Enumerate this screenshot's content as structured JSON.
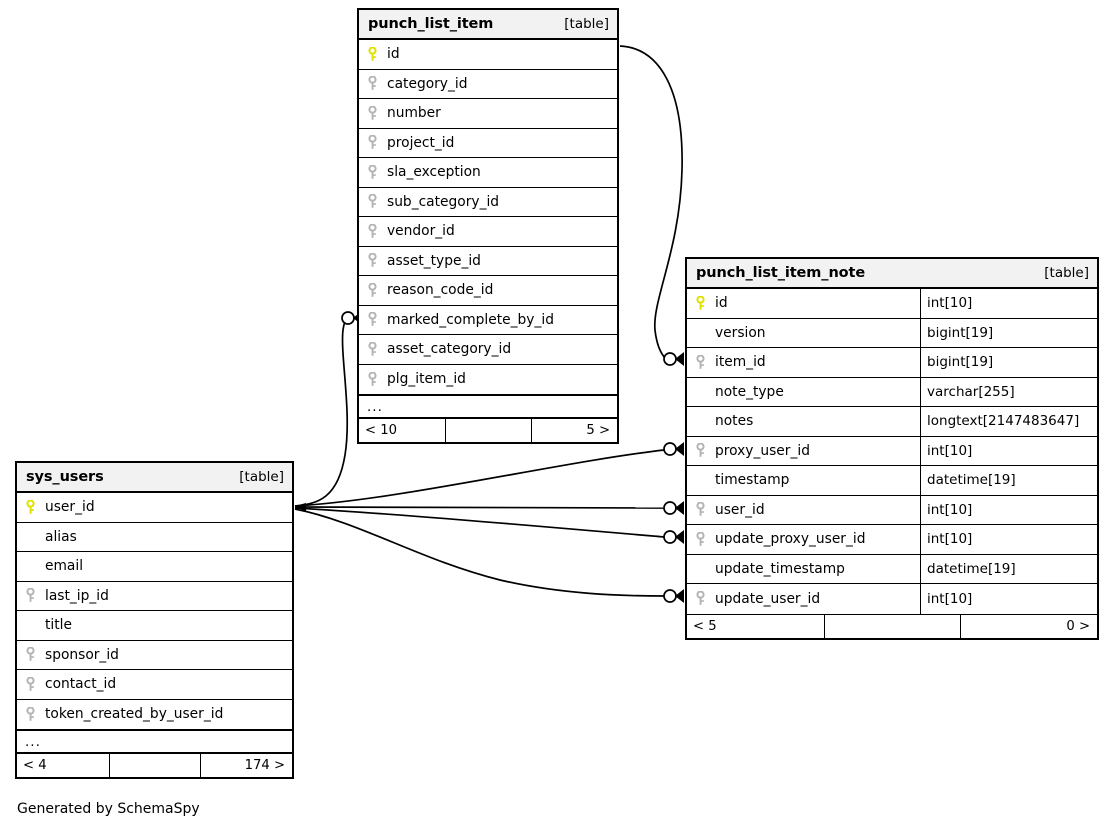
{
  "caption": "Generated by SchemaSpy",
  "colors": {
    "primary_key": "#e8e800",
    "foreign_key": "#b4b4b4",
    "header_bg": "#f2f2f2",
    "border": "#000000",
    "background": "#ffffff"
  },
  "table_tag": "[table]",
  "tables": [
    {
      "id": "punch_list_item",
      "name": "punch_list_item",
      "tag": "[table]",
      "show_types": false,
      "columns": [
        {
          "name": "id",
          "key": "primary",
          "type": ""
        },
        {
          "name": "category_id",
          "key": "foreign",
          "type": ""
        },
        {
          "name": "number",
          "key": "foreign",
          "type": ""
        },
        {
          "name": "project_id",
          "key": "foreign",
          "type": ""
        },
        {
          "name": "sla_exception",
          "key": "foreign",
          "type": ""
        },
        {
          "name": "sub_category_id",
          "key": "foreign",
          "type": ""
        },
        {
          "name": "vendor_id",
          "key": "foreign",
          "type": ""
        },
        {
          "name": "asset_type_id",
          "key": "foreign",
          "type": ""
        },
        {
          "name": "reason_code_id",
          "key": "foreign",
          "type": ""
        },
        {
          "name": "marked_complete_by_id",
          "key": "foreign",
          "type": ""
        },
        {
          "name": "asset_category_id",
          "key": "foreign",
          "type": ""
        },
        {
          "name": "plg_item_id",
          "key": "foreign",
          "type": ""
        }
      ],
      "ellipsis": "...",
      "footer": {
        "left": "< 10",
        "middle": "",
        "right": "5 >"
      }
    },
    {
      "id": "punch_list_item_note",
      "name": "punch_list_item_note",
      "tag": "[table]",
      "show_types": true,
      "columns": [
        {
          "name": "id",
          "key": "primary",
          "type": "int[10]"
        },
        {
          "name": "version",
          "key": "none",
          "type": "bigint[19]"
        },
        {
          "name": "item_id",
          "key": "foreign",
          "type": "bigint[19]"
        },
        {
          "name": "note_type",
          "key": "none",
          "type": "varchar[255]"
        },
        {
          "name": "notes",
          "key": "none",
          "type": "longtext[2147483647]"
        },
        {
          "name": "proxy_user_id",
          "key": "foreign",
          "type": "int[10]"
        },
        {
          "name": "timestamp",
          "key": "none",
          "type": "datetime[19]"
        },
        {
          "name": "user_id",
          "key": "foreign",
          "type": "int[10]"
        },
        {
          "name": "update_proxy_user_id",
          "key": "foreign",
          "type": "int[10]"
        },
        {
          "name": "update_timestamp",
          "key": "none",
          "type": "datetime[19]"
        },
        {
          "name": "update_user_id",
          "key": "foreign",
          "type": "int[10]"
        }
      ],
      "ellipsis": null,
      "footer": {
        "left": "< 5",
        "middle": "",
        "right": "0 >"
      }
    },
    {
      "id": "sys_users",
      "name": "sys_users",
      "tag": "[table]",
      "show_types": false,
      "columns": [
        {
          "name": "user_id",
          "key": "primary",
          "type": ""
        },
        {
          "name": "alias",
          "key": "none",
          "type": ""
        },
        {
          "name": "email",
          "key": "none",
          "type": ""
        },
        {
          "name": "last_ip_id",
          "key": "foreign",
          "type": ""
        },
        {
          "name": "title",
          "key": "none",
          "type": ""
        },
        {
          "name": "sponsor_id",
          "key": "foreign",
          "type": ""
        },
        {
          "name": "contact_id",
          "key": "foreign",
          "type": ""
        },
        {
          "name": "token_created_by_user_id",
          "key": "foreign",
          "type": ""
        }
      ],
      "ellipsis": "...",
      "footer": {
        "left": "< 4",
        "middle": "",
        "right": "174 >"
      }
    }
  ],
  "relationships": [
    {
      "from_table": "punch_list_item",
      "from_column": "id",
      "to_table": "punch_list_item_note",
      "to_column": "item_id"
    },
    {
      "from_table": "sys_users",
      "from_column": "user_id",
      "to_table": "punch_list_item",
      "to_column": "marked_complete_by_id"
    },
    {
      "from_table": "sys_users",
      "from_column": "user_id",
      "to_table": "punch_list_item_note",
      "to_column": "proxy_user_id"
    },
    {
      "from_table": "sys_users",
      "from_column": "user_id",
      "to_table": "punch_list_item_note",
      "to_column": "user_id"
    },
    {
      "from_table": "sys_users",
      "from_column": "user_id",
      "to_table": "punch_list_item_note",
      "to_column": "update_proxy_user_id"
    },
    {
      "from_table": "sys_users",
      "from_column": "user_id",
      "to_table": "punch_list_item_note",
      "to_column": "update_user_id"
    }
  ]
}
